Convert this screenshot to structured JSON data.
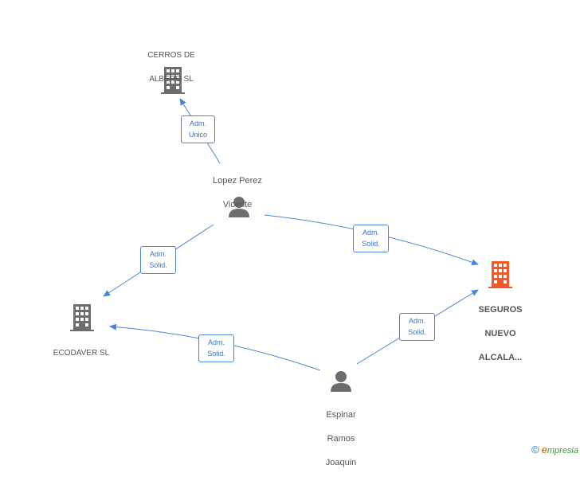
{
  "colors": {
    "edge": "#4a86d4",
    "company_icon": "#6d6d6d",
    "focus_icon": "#f05a28",
    "person_icon": "#6d6d6d"
  },
  "nodes": {
    "cerros": {
      "label_line1": "CERROS DE",
      "label_line2": "ALBERO  SL",
      "icon": "building-icon"
    },
    "lopez": {
      "label_line1": "Lopez Perez",
      "label_line2": "Vicente",
      "icon": "person-icon"
    },
    "ecodaver": {
      "label": "ECODAVER SL",
      "icon": "building-icon"
    },
    "seguros": {
      "label_line1": "SEGUROS",
      "label_line2": "NUEVO",
      "label_line3": "ALCALA...",
      "icon": "building-icon"
    },
    "espinar": {
      "label_line1": "Espinar",
      "label_line2": "Ramos",
      "label_line3": "Joaquin",
      "icon": "person-icon"
    }
  },
  "edges": {
    "lopez_cerros": {
      "line1": "Adm.",
      "line2": "Unico"
    },
    "lopez_ecodaver": {
      "line1": "Adm.",
      "line2": "Solid."
    },
    "lopez_seguros": {
      "line1": "Adm.",
      "line2": "Solid."
    },
    "espinar_ecodaver": {
      "line1": "Adm.",
      "line2": "Solid."
    },
    "espinar_seguros": {
      "line1": "Adm.",
      "line2": "Solid."
    }
  },
  "footer": {
    "copyright": "©",
    "brand_initial": "e",
    "brand_rest": "mpresia"
  }
}
